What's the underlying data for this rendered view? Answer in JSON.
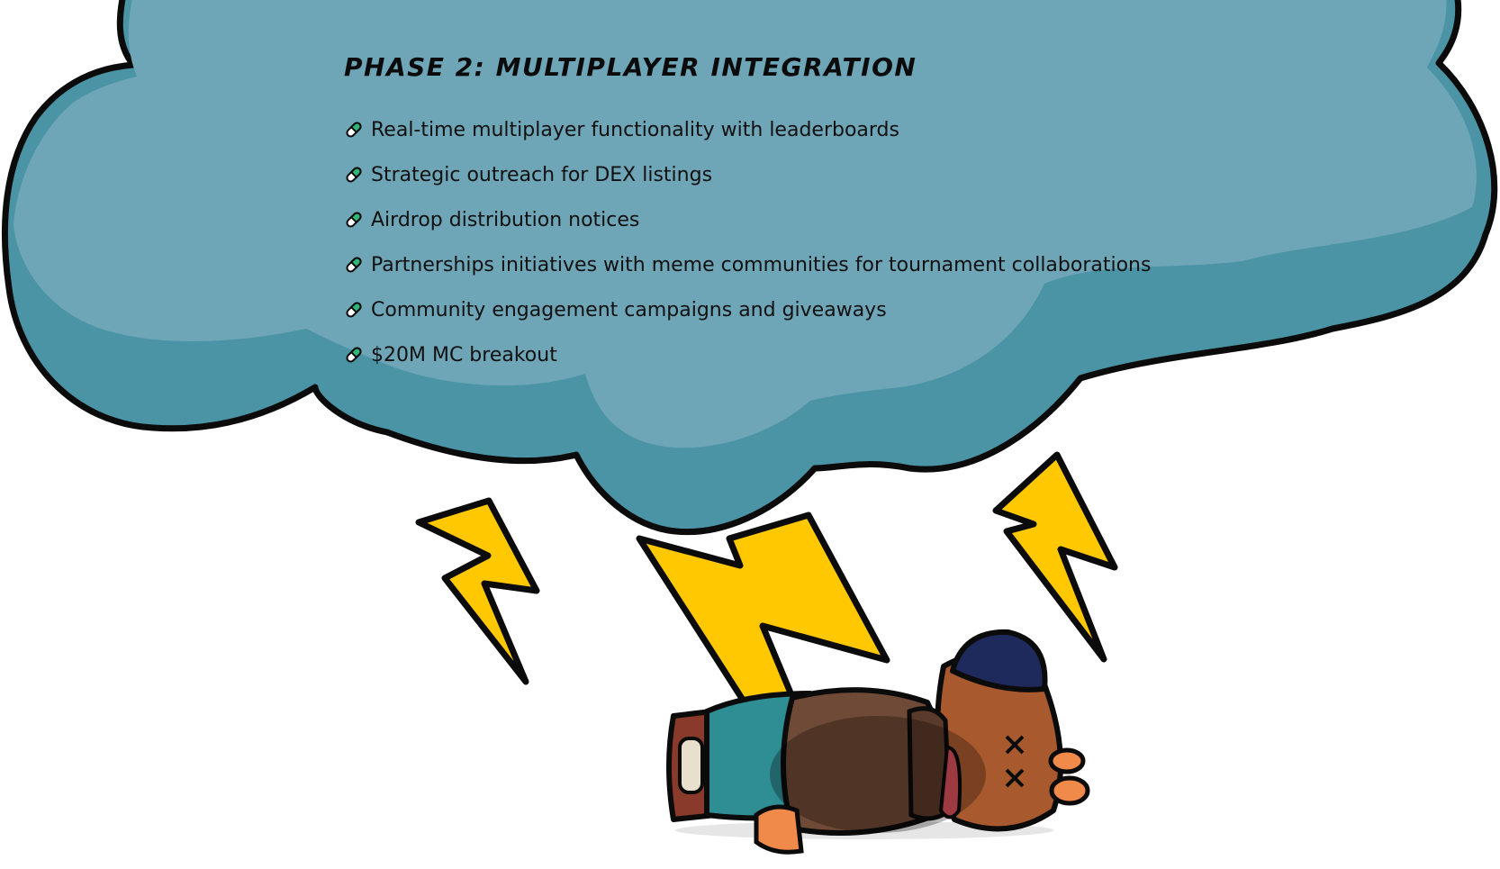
{
  "roadmap": {
    "phase_title": "Phase 2: Multiplayer Integration",
    "items": [
      {
        "text": "Real-time multiplayer functionality with leaderboards",
        "icon": "pill-icon"
      },
      {
        "text": "Strategic outreach for DEX listings",
        "icon": "pill-icon"
      },
      {
        "text": "Airdrop distribution notices",
        "icon": "pill-icon"
      },
      {
        "text": "Partnerships initiatives with meme communities for tournament collaborations",
        "icon": "pill-icon"
      },
      {
        "text": "Community engagement campaigns and giveaways",
        "icon": "pill-icon"
      },
      {
        "text": "$20M MC breakout",
        "icon": "pill-icon"
      }
    ]
  },
  "colors": {
    "cloud_light": "#6ea5b7",
    "cloud_dark": "#4a94a6",
    "lightning": "#ffc800",
    "outline": "#0b0b0b",
    "pill_green": "#2fb67a"
  }
}
